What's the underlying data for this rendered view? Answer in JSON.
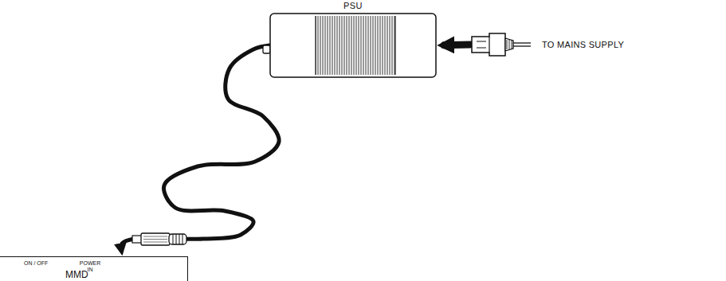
{
  "diagram": {
    "nodes": [
      {
        "text": [
          "PSU"
        ]
      },
      {
        "text": [
          "ON / OFF",
          "POWER IN",
          "MMD"
        ]
      },
      {
        "text": [
          "TO MAINS SUPPLY"
        ]
      }
    ],
    "edges": [
      {
        "from": 0,
        "to": 1,
        "arrow": "to"
      },
      {
        "from": 2,
        "to": 0,
        "arrow": "to"
      }
    ]
  }
}
